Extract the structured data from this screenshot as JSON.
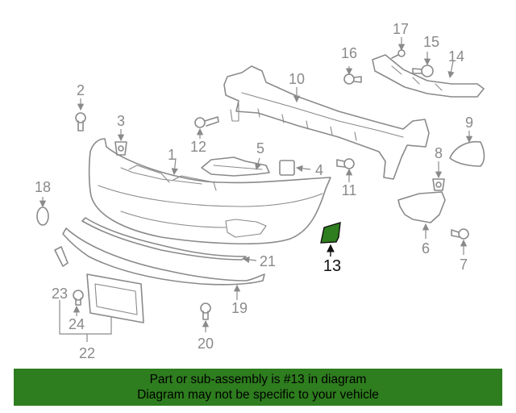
{
  "callouts": {
    "c1": "1",
    "c2": "2",
    "c3": "3",
    "c4": "4",
    "c5": "5",
    "c6": "6",
    "c7": "7",
    "c8": "8",
    "c9": "9",
    "c10": "10",
    "c11": "11",
    "c12": "12",
    "c13": "13",
    "c14": "14",
    "c15": "15",
    "c16": "16",
    "c17": "17",
    "c18": "18",
    "c19": "19",
    "c20": "20",
    "c21": "21",
    "c22": "22",
    "c23": "23",
    "c24": "24"
  },
  "highlight": {
    "part": "13",
    "color": "#2e7d1e"
  },
  "banner": {
    "line1": "Part or sub-assembly is #13 in diagram",
    "line2": "Diagram may not be specific to your vehicle",
    "background": "#2e7d1e"
  }
}
